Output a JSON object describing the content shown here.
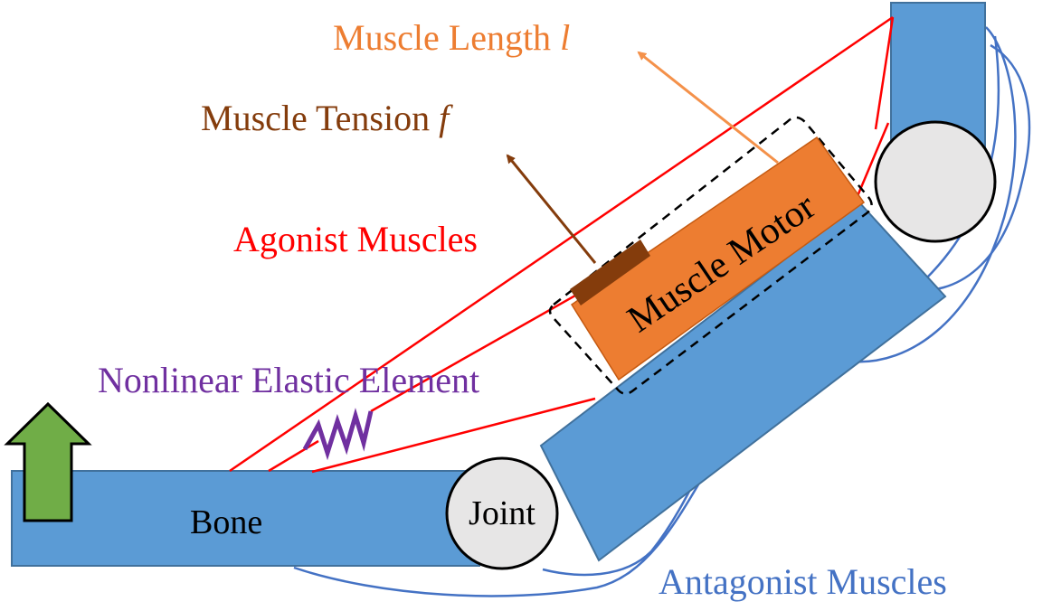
{
  "labels": {
    "muscle_length": "Muscle Length",
    "muscle_length_symbol": "l",
    "muscle_tension": "Muscle Tension",
    "muscle_tension_symbol": "f",
    "agonist_muscles": "Agonist Muscles",
    "nonlinear_elastic_element": "Nonlinear Elastic Element",
    "muscle_motor": "Muscle Motor",
    "bone": "Bone",
    "joint": "Joint",
    "antagonist_muscles": "Antagonist Muscles"
  },
  "colors": {
    "bone": "#5b9bd5",
    "bone_stroke": "#41719c",
    "joint": "#e7e6e6",
    "agonist": "#ff0000",
    "antagonist": "#4472c4",
    "motor": "#ed7d31",
    "tension_block": "#843c0c",
    "tension_arrow": "#843c0c",
    "length_arrow": "#f4914a",
    "length_label": "#ed7d31",
    "tension_label": "#843c0c",
    "elastic": "#7030a0",
    "agonist_label": "#ff0000",
    "antagonist_label": "#4472c4",
    "up_arrow": "#70ad47"
  }
}
